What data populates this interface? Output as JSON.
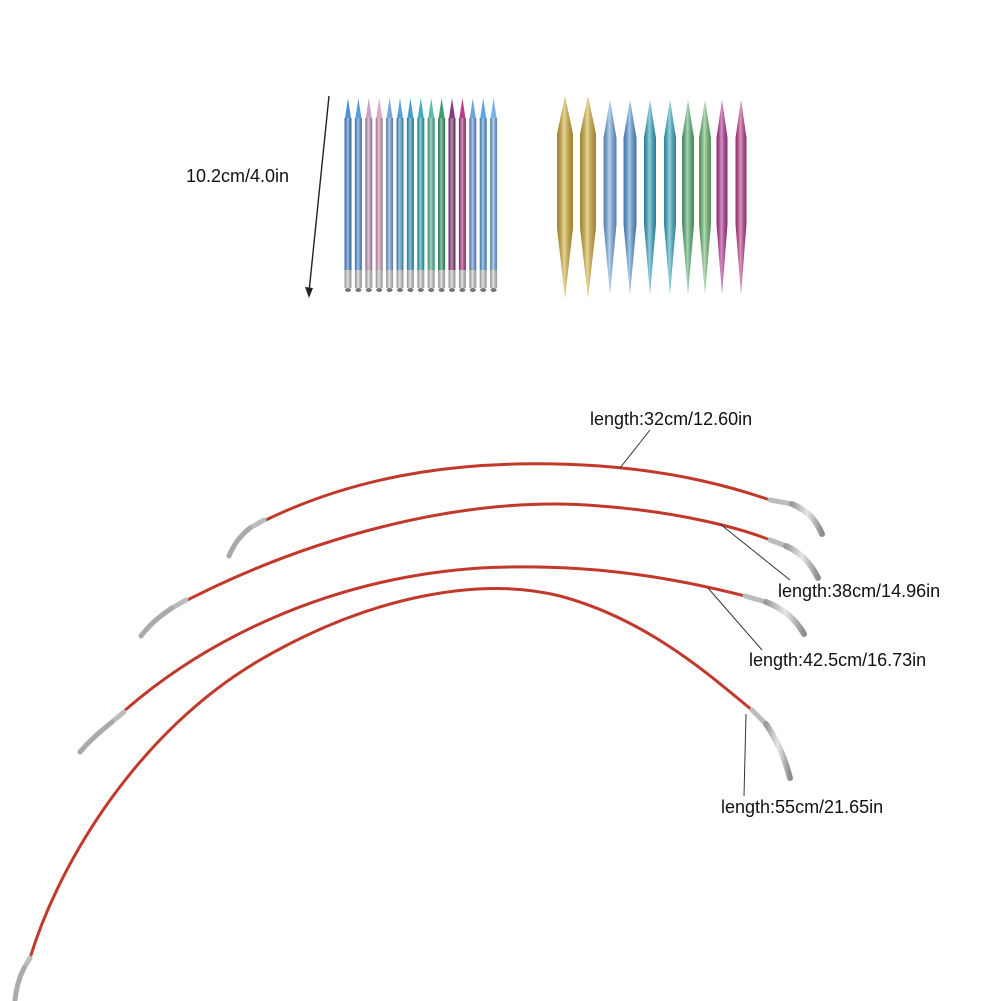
{
  "labels": {
    "tip_length": "10.2cm/4.0in",
    "cable_1": "length:32cm/12.60in",
    "cable_2": "length:38cm/14.96in",
    "cable_3": "length:42.5cm/16.73in",
    "cable_4": "length:55cm/21.65in"
  },
  "colors": {
    "cable": "#c0392b",
    "cable_highlight": "#e0604f",
    "connector": "#bcbcbc",
    "leader_line": "#333333",
    "small_tips": [
      "#4f8fd8",
      "#5a9ae0",
      "#c9a0c8",
      "#d8a8c6",
      "#7aa8de",
      "#5aa0d8",
      "#3fa0c9",
      "#38b0c0",
      "#59c0a0",
      "#3aa06f",
      "#8a3a7e",
      "#c03a8a",
      "#6fa0e0",
      "#5aa5e5",
      "#79b0e8"
    ],
    "large_tips": [
      "#d6b13a",
      "#d9b440",
      "#7aaee6",
      "#5f9fdc",
      "#39a9c8",
      "#3fb2c8",
      "#5fb779",
      "#74c27a",
      "#b8379a",
      "#c2428f"
    ]
  }
}
